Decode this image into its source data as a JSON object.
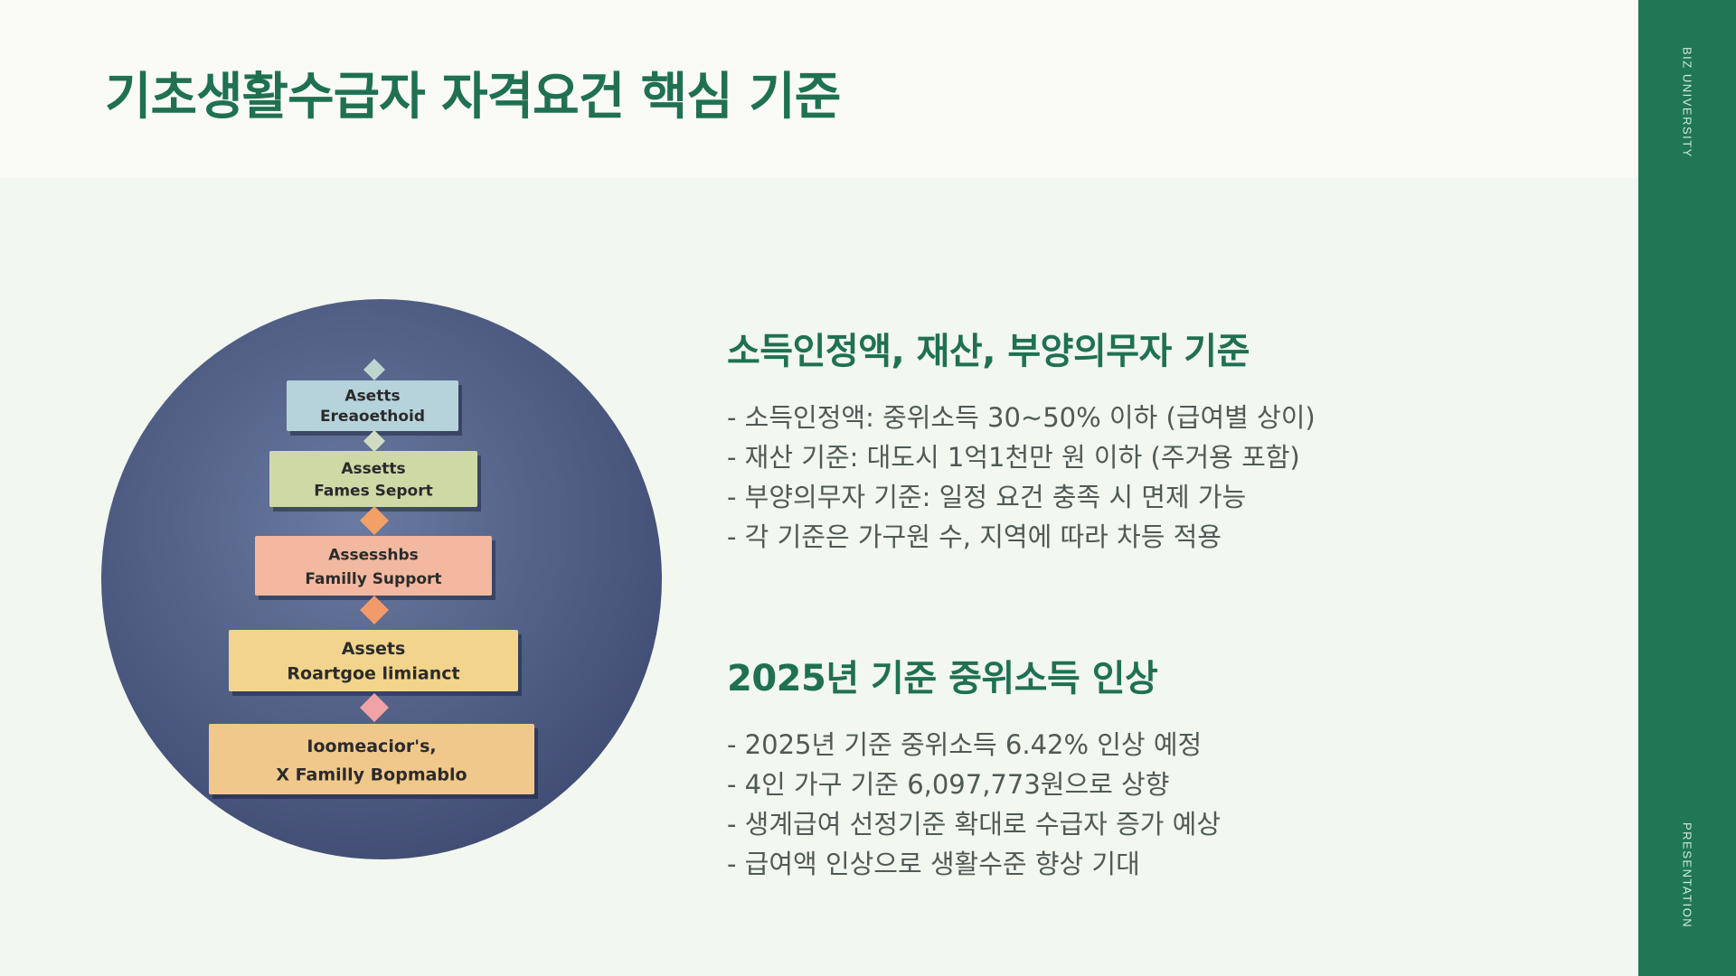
{
  "slide": {
    "title": "기초생활수급자 자격요건 핵심 기준",
    "side_top": "BIZ UNIVERSITY",
    "side_bottom": "PRESENTATION"
  },
  "illustration": {
    "blocks": [
      {
        "line1": "Asetts",
        "line2": "Ereaoethoid",
        "color": "#b6d3dc"
      },
      {
        "line1": "Assetts",
        "line2": "Fames Seport",
        "color": "#cfd9a6"
      },
      {
        "line1": "Assesshbs",
        "line2": "Familly Support",
        "color": "#f2b8a0"
      },
      {
        "line1": "Assets",
        "line2": "Roartgoe limianct",
        "color": "#f2d48c"
      },
      {
        "line1": "Ioomeacior's,",
        "line2": "X Familly Bopmablo",
        "color": "#f0c88c"
      }
    ],
    "diamond_colors": [
      "#bcd6cf",
      "#cfdcc3",
      "#f2a066",
      "#f29a6a",
      "#f0a2a6"
    ],
    "background_color": "#5a6a94"
  },
  "sections": [
    {
      "heading": "소득인정액, 재산, 부양의무자 기준",
      "items": [
        "- 소득인정액: 중위소득 30~50% 이하 (급여별 상이)",
        "- 재산 기준: 대도시 1억1천만 원 이하 (주거용 포함)",
        "- 부양의무자 기준: 일정 요건 충족 시 면제 가능",
        "- 각 기준은 가구원 수, 지역에 따라 차등 적용"
      ]
    },
    {
      "heading": "2025년 기준 중위소득 인상",
      "items": [
        "- 2025년 기준 중위소득 6.42% 인상 예정",
        "- 4인 가구 기준 6,097,773원으로 상향",
        "- 생계급여 선정기준 확대로 수급자 증가 예상",
        "- 급여액 인상으로 생활수준 향상 기대"
      ]
    }
  ],
  "colors": {
    "accent": "#1f7150",
    "side_band": "#1f7756",
    "header_bg": "#fbfbf6",
    "body_bg": "#f2f7f0",
    "text": "#505a55"
  }
}
